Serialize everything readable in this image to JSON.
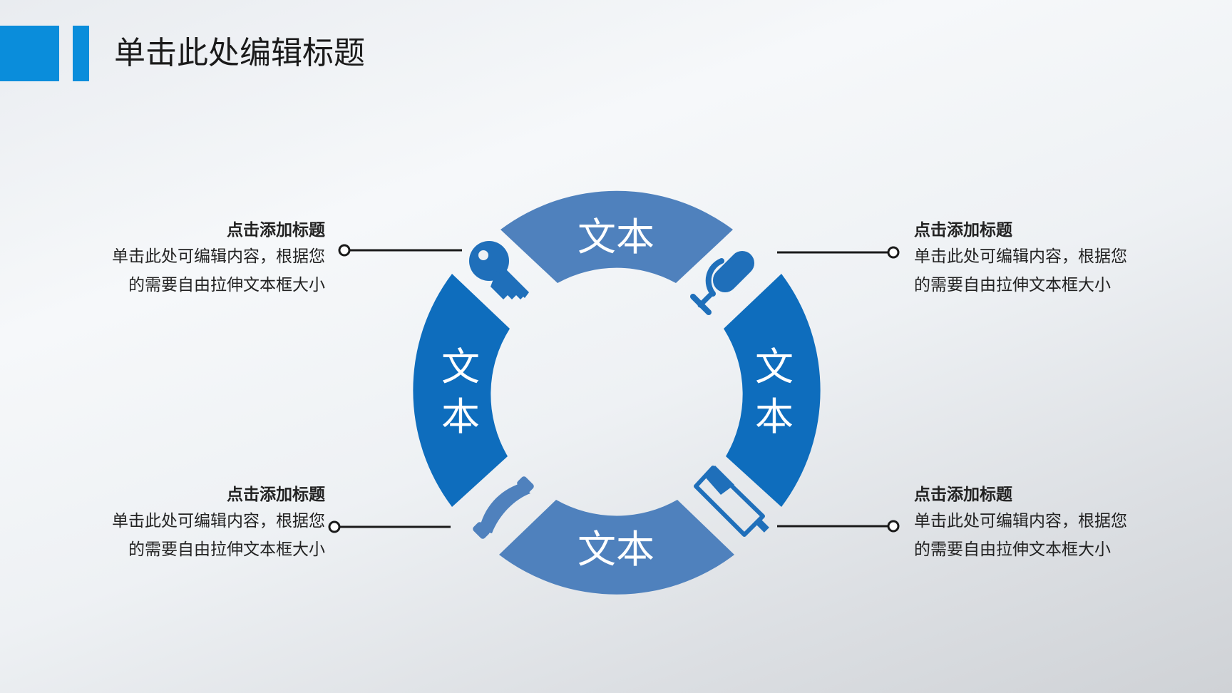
{
  "slide": {
    "title": "单击此处编辑标题"
  },
  "ring": {
    "top_label": "文本",
    "left_label": [
      "文",
      "本"
    ],
    "right_label": [
      "文",
      "本"
    ],
    "bottom_label": "文本"
  },
  "icons": [
    "key-icon",
    "microphone-icon",
    "phone-icon",
    "battery-icon"
  ],
  "callouts": {
    "top_left": {
      "title": "点击添加标题",
      "line1": "单击此处可编辑内容，根据您",
      "line2": "的需要自由拉伸文本框大小"
    },
    "top_right": {
      "title": "点击添加标题",
      "line1": "单击此处可编辑内容，根据您",
      "line2": "的需要自由拉伸文本框大小"
    },
    "bottom_left": {
      "title": "点击添加标题",
      "line1": "单击此处可编辑内容，根据您",
      "line2": "的需要自由拉伸文本框大小"
    },
    "bottom_right": {
      "title": "点击添加标题",
      "line1": "单击此处可编辑内容，根据您",
      "line2": "的需要自由拉伸文本框大小"
    }
  },
  "colors": {
    "accent": "#0a8ddb",
    "segment_light": "#4f81bd",
    "segment_dark": "#0e6dbd",
    "icon_blue": "#1f6fba",
    "connector": "#1a1a1a"
  }
}
